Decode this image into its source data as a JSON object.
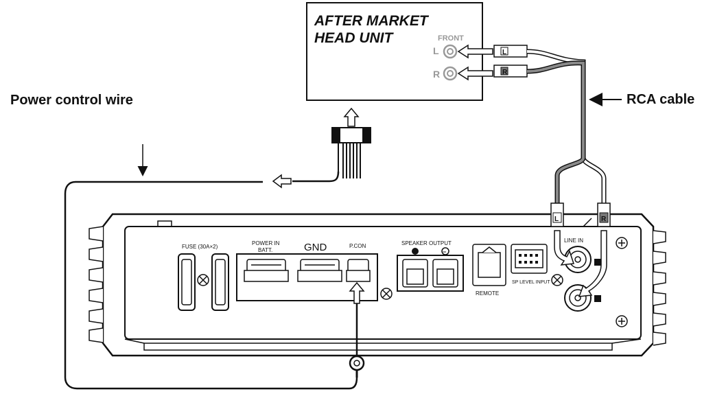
{
  "head_unit": {
    "title_line1": "AFTER MARKET",
    "title_line2": "HEAD UNIT",
    "front_label": "FRONT",
    "left_label": "L",
    "right_label": "R"
  },
  "callouts": {
    "power_control_wire": "Power control wire",
    "rca_cable": "RCA cable"
  },
  "amplifier": {
    "fuse_label": "FUSE (30A×2)",
    "power_in_label": "POWER IN",
    "batt_label": "BATT.",
    "gnd_label": "GND",
    "pcon_label": "P.CON",
    "speaker_output_label": "SPEAKER OUTPUT",
    "plus_symbol": "+",
    "minus_symbol": "−",
    "remote_label": "REMOTE",
    "sp_level_input_label": "SP LEVEL INPUT",
    "line_in_label": "LINE IN",
    "line_in_left_badge": "L",
    "line_in_right_badge": "R"
  },
  "rca_plugs": {
    "left_tag": "L",
    "right_tag": "R"
  },
  "colors": {
    "line": "#111111",
    "grey_cable": "#8a8a8a"
  }
}
